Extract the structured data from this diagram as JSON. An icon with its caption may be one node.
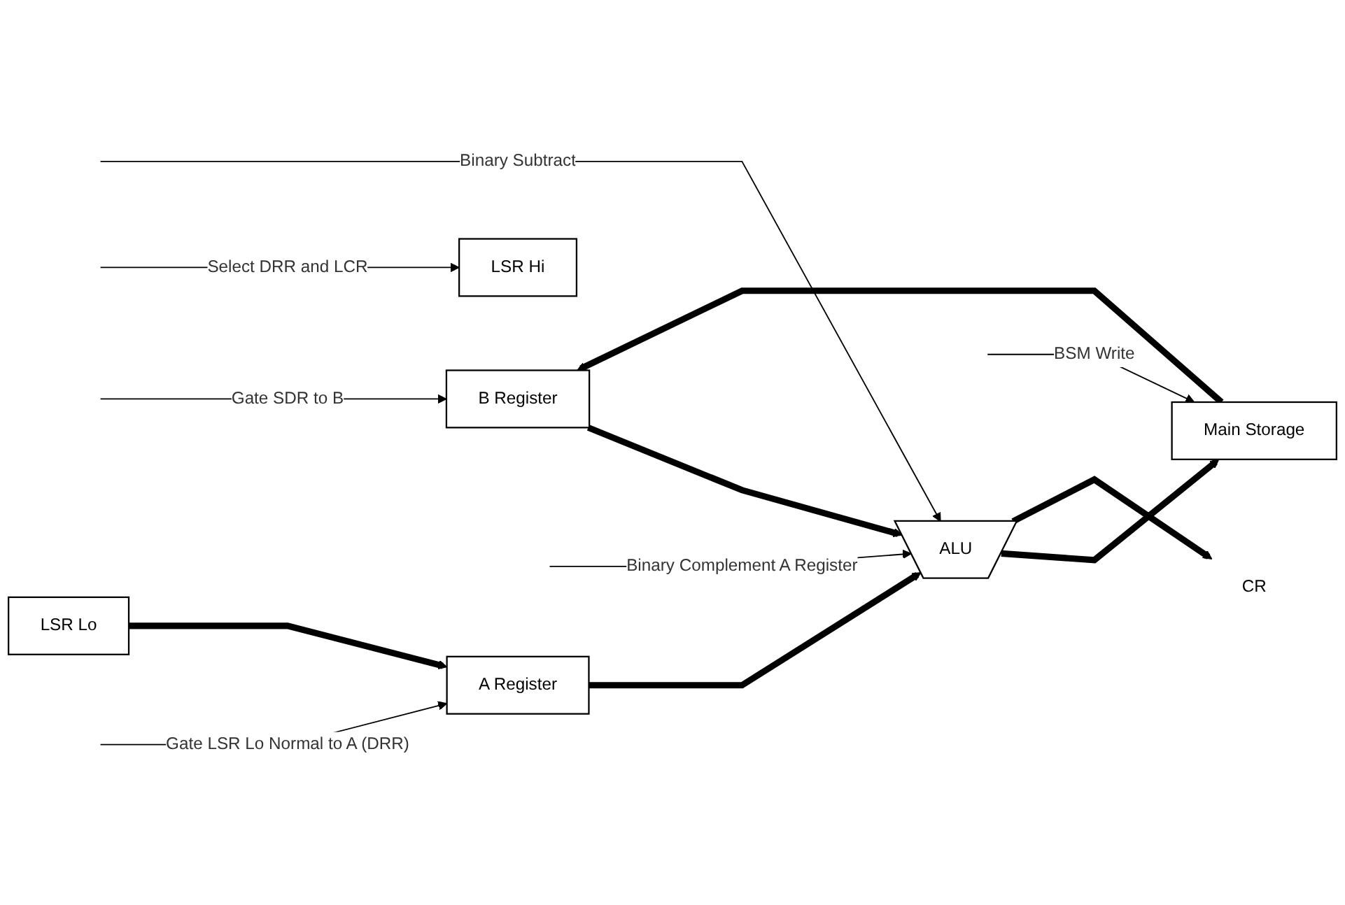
{
  "diagram": {
    "nodes": [
      {
        "text": [
          "B Register"
        ]
      },
      {
        "text": [
          "A Register"
        ]
      },
      {
        "text": [
          "Main Storage"
        ]
      },
      {
        "text": [
          "ALU"
        ]
      },
      {
        "text": [
          "CR"
        ]
      },
      {
        "text": [
          "LSR Hi"
        ]
      },
      {
        "text": [
          "LSR Lo"
        ]
      }
    ],
    "edges": [
      {
        "from": null,
        "to": 0,
        "arrow": "to",
        "label": "Gate SDR to B"
      },
      {
        "from": null,
        "to": 1,
        "arrow": "to",
        "label": "Gate LSR Lo Normal to A (DRR)"
      },
      {
        "from": 2,
        "to": 0,
        "arrow": "to",
        "style": "thick"
      },
      {
        "from": 0,
        "to": 3,
        "arrow": "to",
        "style": "thick"
      },
      {
        "from": 1,
        "to": 3,
        "arrow": "to",
        "style": "thick"
      },
      {
        "from": 6,
        "to": 1,
        "arrow": "to",
        "style": "thick"
      },
      {
        "from": null,
        "to": 2,
        "arrow": "to",
        "label": "BSM Write"
      },
      {
        "from": null,
        "to": 3,
        "arrow": "to",
        "label": "Binary Complement A Register"
      },
      {
        "from": null,
        "to": 3,
        "arrow": "to",
        "label": "Binary Subtract"
      },
      {
        "from": 3,
        "to": 2,
        "arrow": "to",
        "style": "thick"
      },
      {
        "from": 3,
        "to": 4,
        "arrow": "to",
        "style": "thick"
      },
      {
        "from": null,
        "to": 5,
        "arrow": "to",
        "label": "Select DRR and LCR"
      }
    ]
  }
}
